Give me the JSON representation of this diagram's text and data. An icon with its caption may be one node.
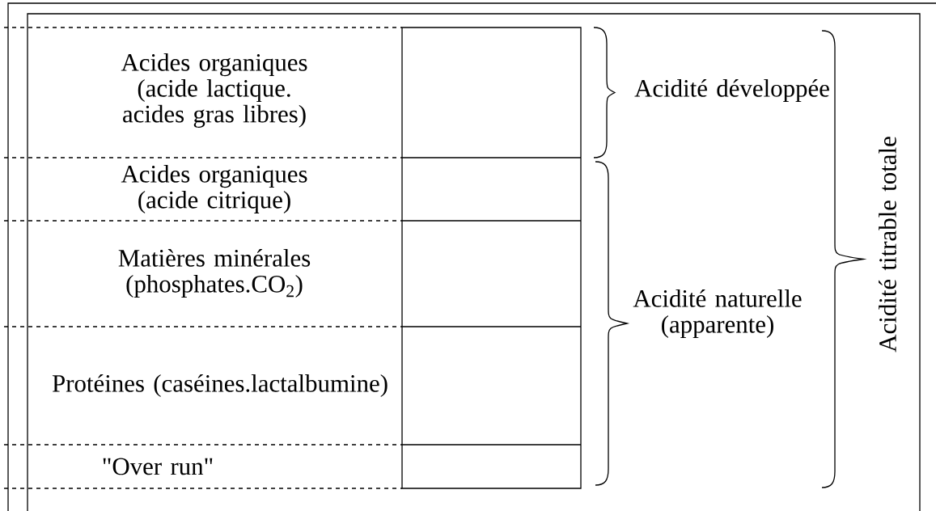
{
  "diagram": {
    "labels": [
      "Acides organiques (acide lactique. acides gras libres)",
      "Acides organiques (acide citrique)",
      "Matières minérales (phosphates.CO$_{2}$)",
      "Protéines (caséines.lactalbumine)",
      "\"Over run\"",
      "Acidité développée",
      "Acidité naturelle (apparente)",
      "Acidité titrable totale"
    ]
  }
}
